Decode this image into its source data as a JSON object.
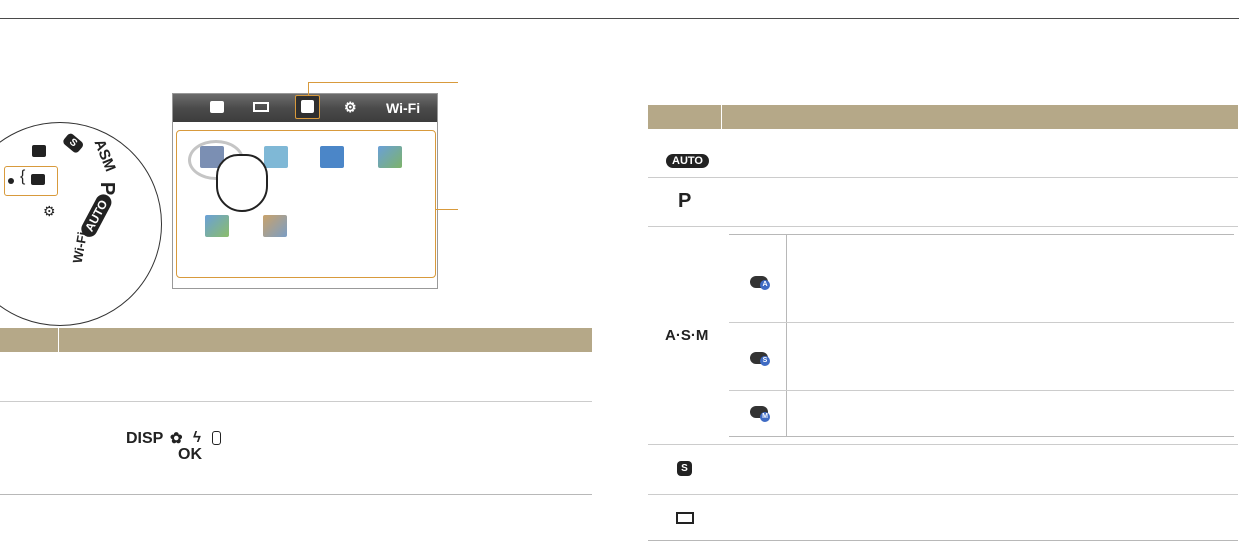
{
  "dial": {
    "labels": [
      "AUTO",
      "P",
      "ASM",
      "S",
      "Wi-Fi"
    ],
    "selected_icon": "camera-star-icon"
  },
  "screen": {
    "tabs": [
      "smart-icon",
      "panorama-icon",
      "star-camera-icon",
      "gear-icon",
      "Wi-Fi"
    ],
    "selected_tab": 2,
    "mode_icons": [
      "picture-in-picture-icon",
      "split-shot-icon",
      "motion-photo-icon",
      "artistic-filter-icon",
      "movie-filter-icon",
      "paint-icon"
    ]
  },
  "left_table": {
    "header": [
      "",
      ""
    ],
    "rows": [
      {
        "col1": "",
        "col2": ""
      },
      {
        "col1": "",
        "col2": ""
      }
    ],
    "button_glyphs": {
      "disp": "DISP",
      "ok": "OK"
    }
  },
  "right_table": {
    "header": [
      "",
      ""
    ],
    "rows": [
      {
        "icon": "AUTO",
        "text": ""
      },
      {
        "icon": "P",
        "text": ""
      },
      {
        "icon": "A·S·M",
        "sub": [
          {
            "icon": "aperture-priority-icon",
            "badge": "A",
            "text": ""
          },
          {
            "icon": "shutter-priority-icon",
            "badge": "S",
            "text": ""
          },
          {
            "icon": "manual-icon",
            "badge": "M",
            "text": ""
          }
        ]
      },
      {
        "icon": "smart-icon",
        "badge": "S",
        "text": ""
      },
      {
        "icon": "panorama-icon",
        "text": ""
      }
    ]
  },
  "colors": {
    "header": "#b5a888",
    "accent": "#d89a3c",
    "border": "#cccccc"
  }
}
